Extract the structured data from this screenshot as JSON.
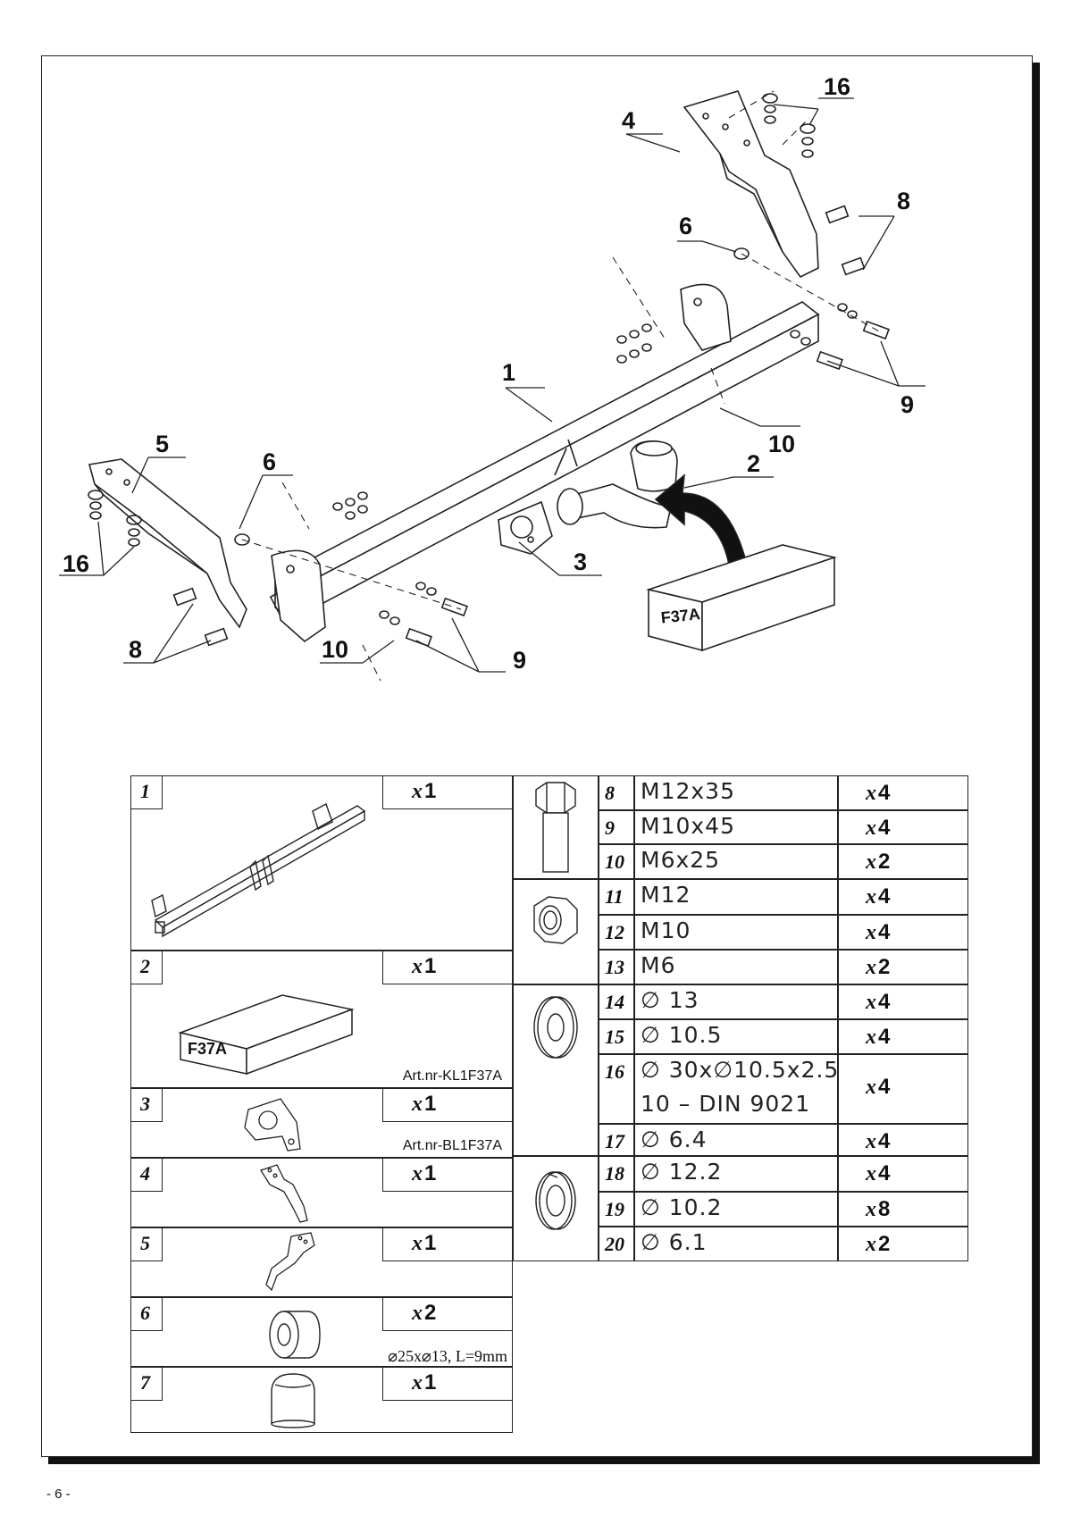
{
  "callouts": {
    "c1": "1",
    "c2": "2",
    "c3": "3",
    "c4": "4",
    "c5": "5",
    "c6a": "6",
    "c6b": "6",
    "c8a": "8",
    "c8b": "8",
    "c9a": "9",
    "c9b": "9",
    "c10a": "10",
    "c10b": "10",
    "c16a": "16",
    "c16b": "16"
  },
  "box_label": "F37A",
  "parts_left": [
    {
      "num": "1",
      "qty_x": "x",
      "qty_n": "1"
    },
    {
      "num": "2",
      "qty_x": "x",
      "qty_n": "1",
      "box_label": "F37A",
      "art": "Art.nr-KL1F37A"
    },
    {
      "num": "3",
      "qty_x": "x",
      "qty_n": "1",
      "art": "Art.nr-BL1F37A"
    },
    {
      "num": "4",
      "qty_x": "x",
      "qty_n": "1"
    },
    {
      "num": "5",
      "qty_x": "x",
      "qty_n": "1"
    },
    {
      "num": "6",
      "qty_x": "x",
      "qty_n": "2",
      "art": "⌀25x⌀13, L=9mm"
    },
    {
      "num": "7",
      "qty_x": "x",
      "qty_n": "1"
    }
  ],
  "parts_right": [
    {
      "num": "8",
      "spec": "M12x35",
      "qty_x": "x",
      "qty_n": "4"
    },
    {
      "num": "9",
      "spec": "M10x45",
      "qty_x": "x",
      "qty_n": "4"
    },
    {
      "num": "10",
      "spec": "M6x25",
      "qty_x": "x",
      "qty_n": "2"
    },
    {
      "num": "11",
      "spec": "M12",
      "qty_x": "x",
      "qty_n": "4"
    },
    {
      "num": "12",
      "spec": "M10",
      "qty_x": "x",
      "qty_n": "4"
    },
    {
      "num": "13",
      "spec": "M6",
      "qty_x": "x",
      "qty_n": "2"
    },
    {
      "num": "14",
      "spec": "∅ 13",
      "qty_x": "x",
      "qty_n": "4"
    },
    {
      "num": "15",
      "spec": "∅ 10.5",
      "qty_x": "x",
      "qty_n": "4"
    },
    {
      "num": "16",
      "spec": "∅ 30x∅10.5x2.5",
      "spec2": "10 – DIN 9021",
      "qty_x": "x",
      "qty_n": "4"
    },
    {
      "num": "17",
      "spec": "∅ 6.4",
      "qty_x": "x",
      "qty_n": "4"
    },
    {
      "num": "18",
      "spec": "∅ 12.2",
      "qty_x": "x",
      "qty_n": "4"
    },
    {
      "num": "19",
      "spec": "∅ 10.2",
      "qty_x": "x",
      "qty_n": "8"
    },
    {
      "num": "20",
      "spec": "∅ 6.1",
      "qty_x": "x",
      "qty_n": "2"
    }
  ],
  "page_number": "- 6 -"
}
